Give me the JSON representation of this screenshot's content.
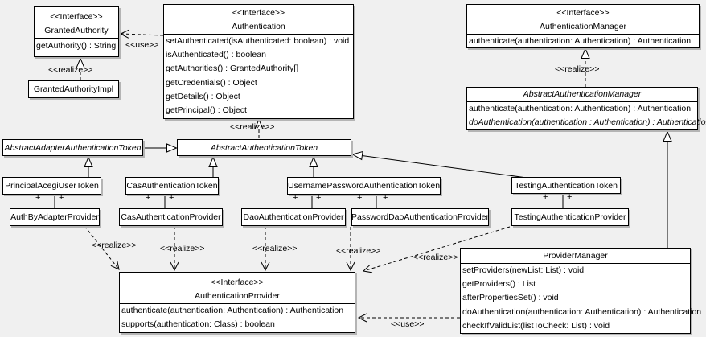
{
  "diagram": {
    "colors": {
      "background": "#f0f0f0",
      "node_fill": "#ffffff",
      "line": "#000000",
      "shadow": "#b4b4b4"
    },
    "edge_labels": {
      "use": "<<use>>",
      "realize": "<<realize>>",
      "plus": "+"
    },
    "classes": {
      "granted_authority": {
        "stereotype": "<<Interface>>",
        "name": "GrantedAuthority",
        "methods": [
          "getAuthority() : String"
        ]
      },
      "granted_authority_impl": {
        "name": "GrantedAuthorityImpl"
      },
      "authentication": {
        "stereotype": "<<Interface>>",
        "name": "Authentication",
        "methods": [
          "setAuthenticated(isAuthenticated: boolean) : void",
          "isAuthenticated() : boolean",
          "getAuthorities() : GrantedAuthority[]",
          "getCredentials() : Object",
          "getDetails() : Object",
          "getPrincipal() : Object"
        ]
      },
      "authentication_manager": {
        "stereotype": "<<Interface>>",
        "name": "AuthenticationManager",
        "methods": [
          "authenticate(authentication: Authentication) : Authentication"
        ]
      },
      "abstract_authentication_manager": {
        "name": "AbstractAuthenticationManager",
        "methods": [
          "authenticate(authentication: Authentication) : Authentication",
          "doAuthentication(authentication : Authentication) : Authentication"
        ]
      },
      "abstract_adapter_authentication_token": {
        "name": "AbstractAdapterAuthenticationToken"
      },
      "abstract_authentication_token": {
        "name": "AbstractAuthenticationToken"
      },
      "principal_acegi_user_token": {
        "name": "PrincipalAcegiUserToken"
      },
      "cas_authentication_token": {
        "name": "CasAuthenticationToken"
      },
      "username_password_authentication_token": {
        "name": "UsernamePasswordAuthenticationToken"
      },
      "testing_authentication_token": {
        "name": "TestingAuthenticationToken"
      },
      "auth_by_adapter_provider": {
        "name": "AuthByAdapterProvider"
      },
      "cas_authentication_provider": {
        "name": "CasAuthenticationProvider"
      },
      "dao_authentication_provider": {
        "name": "DaoAuthenticationProvider"
      },
      "password_dao_authentication_provider": {
        "name": "PasswordDaoAuthenticationProvider"
      },
      "testing_authentication_provider": {
        "name": "TestingAuthenticationProvider"
      },
      "authentication_provider": {
        "stereotype": "<<Interface>>",
        "name": "AuthenticationProvider",
        "methods": [
          "authenticate(authentication: Authentication) : Authentication",
          "supports(authentication: Class) : boolean"
        ]
      },
      "provider_manager": {
        "name": "ProviderManager",
        "methods": [
          "setProviders(newList: List) : void",
          "getProviders() : List",
          "afterPropertiesSet() : void",
          "doAuthentication(authentication: Authentication) : Authentication",
          "checkIfValidList(listToCheck: List) : void"
        ]
      }
    }
  }
}
